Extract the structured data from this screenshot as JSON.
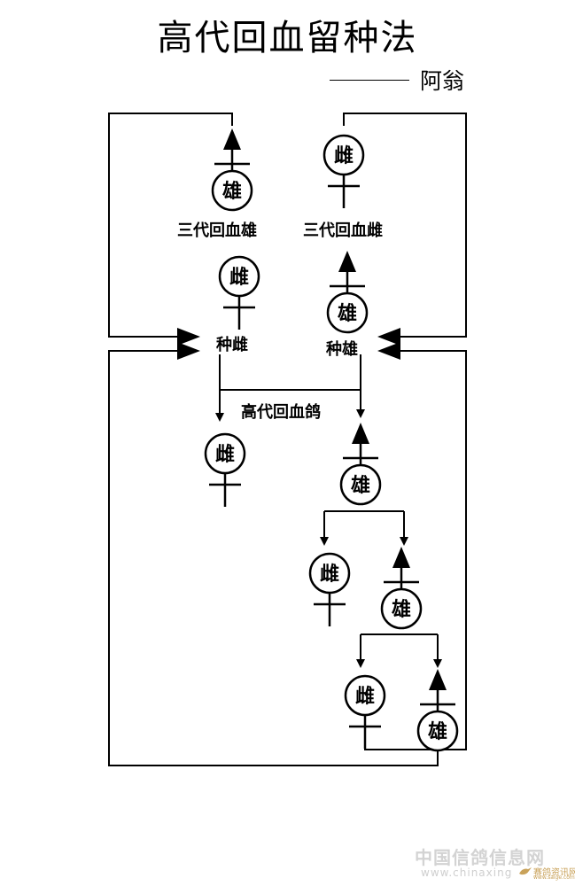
{
  "title": "高代回血留种法",
  "author": "阿翁",
  "symbols": {
    "male_char": "雄",
    "female_char": "雌"
  },
  "labels": {
    "third_gen_male": "三代回血雄",
    "third_gen_female": "三代回血雌",
    "seed_female": "种雌",
    "seed_male": "种雄",
    "high_gen_pigeons": "高代回血鸽"
  },
  "watermark": {
    "site_name": "中国信鸽信息网",
    "url": "www.chinaxing",
    "logo_text": "赛鸽资讯网",
    "logo_sub": "www.saige.com"
  },
  "colors": {
    "ink": "#000000",
    "watermark": "#d3d3d3"
  }
}
